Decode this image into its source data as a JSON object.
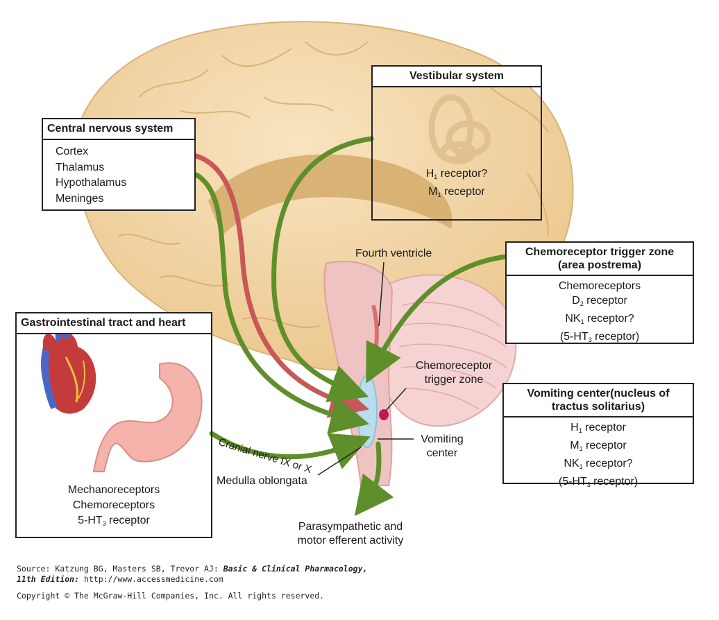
{
  "cns": {
    "title": "Central nervous system",
    "items": [
      "Cortex",
      "Thalamus",
      "Hypothalamus",
      "Meninges"
    ]
  },
  "vestibular": {
    "title": "Vestibular system",
    "r1_pre": "H",
    "r1_sub": "1",
    "r1_post": " receptor?",
    "r2_pre": "M",
    "r2_sub": "1",
    "r2_post": " receptor"
  },
  "ctz_box": {
    "title_line1": "Chemoreceptor trigger zone",
    "title_line2": "(area postrema)",
    "item1": "Chemoreceptors",
    "item2_pre": "D",
    "item2_sub": "2",
    "item2_post": " receptor",
    "item3_pre": "NK",
    "item3_sub": "1",
    "item3_post": " receptor?",
    "item4_pre": "(5-HT",
    "item4_sub": "3",
    "item4_post": " receptor)"
  },
  "vomiting_box": {
    "title_line1": "Vomiting center(nucleus of",
    "title_line2": "tractus solitarius)",
    "item1_pre": "H",
    "item1_sub": "1",
    "item1_post": " receptor",
    "item2_pre": "M",
    "item2_sub": "1",
    "item2_post": " receptor",
    "item3_pre": "NK",
    "item3_sub": "1",
    "item3_post": " receptor?",
    "item4_pre": "(5-HT",
    "item4_sub": "3",
    "item4_post": " receptor)"
  },
  "gi": {
    "title": "Gastrointestinal tract and heart",
    "item1": "Mechanoreceptors",
    "item2": "Chemoreceptors",
    "item3_pre": "5-HT",
    "item3_sub": "3",
    "item3_post": " receptor"
  },
  "labels": {
    "fourth_ventricle": "Fourth ventricle",
    "ctz_line1": "Chemoreceptor",
    "ctz_line2": "trigger zone",
    "vomiting_line1": "Vomiting",
    "vomiting_line2": "center",
    "cranial_nerve": "Cranial nerve IX or X",
    "medulla": "Medulla oblongata",
    "efferent_line1": "Parasympathetic and",
    "efferent_line2": "motor efferent activity"
  },
  "source": {
    "prefix": "Source: Katzung BG, Masters SB, Trevor AJ: ",
    "book": "Basic & Clinical Pharmacology,",
    "edition": "11th Edition:",
    "url": " http://www.accessmedicine.com",
    "copyright": "Copyright © The McGraw-Hill Companies, Inc. All rights reserved."
  },
  "colors": {
    "green_arrow": "#5e8f2a",
    "red_arrow": "#c85858",
    "brain": "#f2d5a4",
    "vomiting_center": "#b9dcef",
    "ctz_dot": "#c2185b"
  }
}
